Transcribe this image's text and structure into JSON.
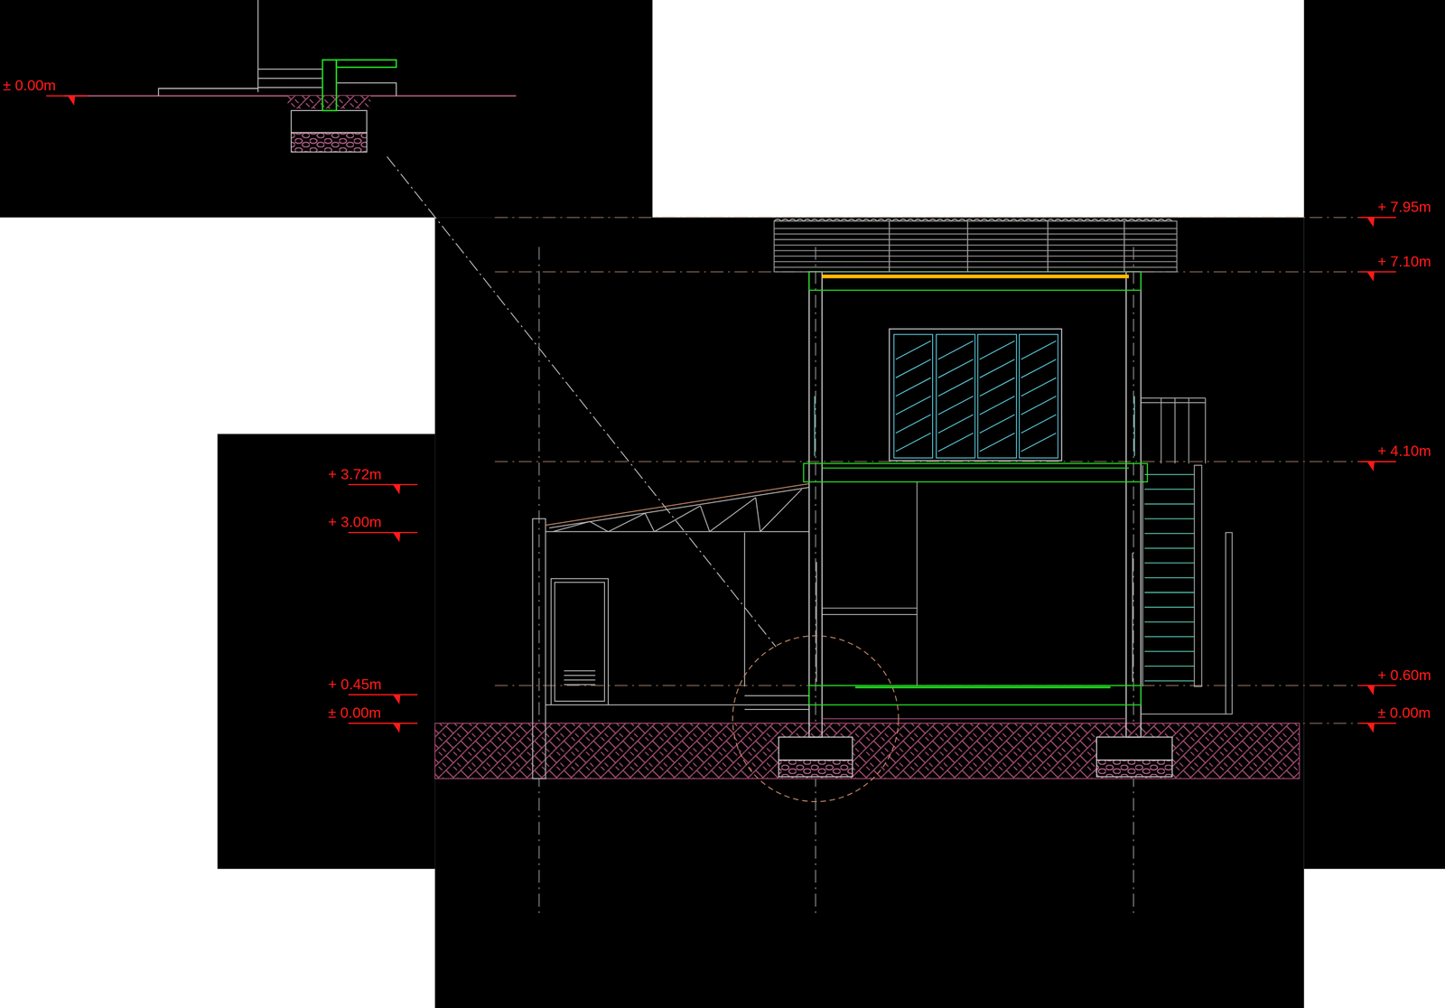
{
  "diagram": {
    "labels": [
      "± 0.00m",
      "+ 7.95m",
      "+ 7.10m",
      "+ 4.10m",
      "+ 3.72m",
      "+ 3.00m",
      "+ 0.60m",
      "+ 0.45m",
      "± 0.00m",
      "± 0.00m"
    ]
  }
}
